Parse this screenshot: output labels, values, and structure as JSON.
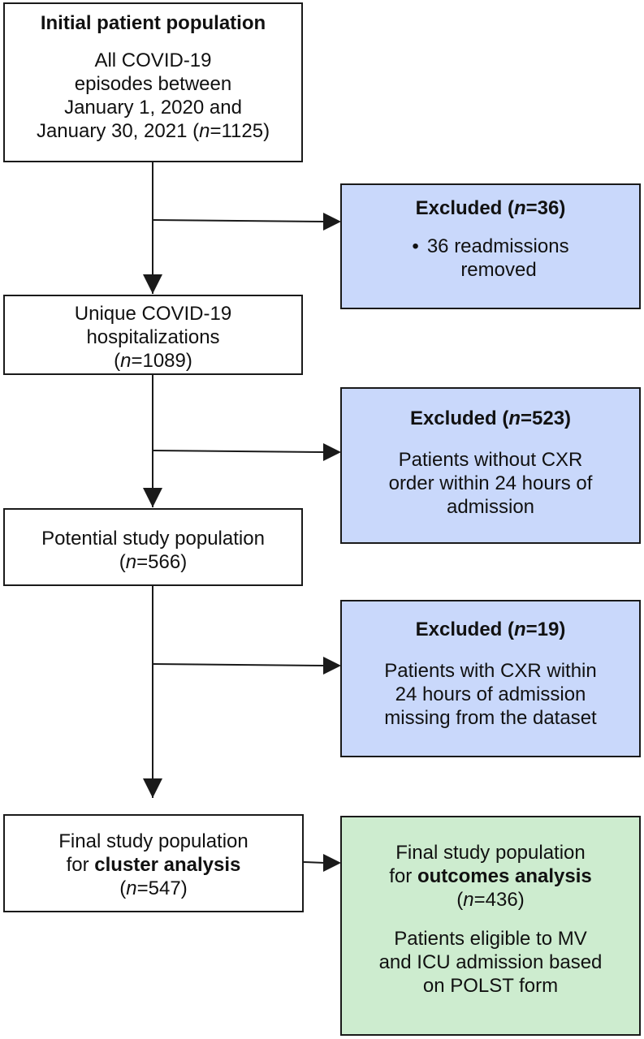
{
  "initial": {
    "title": "Initial patient population",
    "line1": "All COVID-19",
    "line2": "episodes between",
    "line3": "January 1, 2020 and",
    "line4_prefix": "January 30, 2021 (",
    "n_letter": "n",
    "line4_suffix": "=1125)"
  },
  "exclusion1": {
    "title_prefix": "Excluded (",
    "n_letter": "n",
    "title_suffix": "=36)",
    "bullet": "•",
    "line1": "36 readmissions",
    "line2": "removed"
  },
  "unique": {
    "line1": "Unique COVID-19",
    "line2": "hospitalizations",
    "n_prefix": "(",
    "n_letter": "n",
    "n_suffix": "=1089)"
  },
  "exclusion2": {
    "title_prefix": "Excluded (",
    "n_letter": "n",
    "title_suffix": "=523)",
    "line1": "Patients without CXR",
    "line2": "order within 24 hours of",
    "line3": "admission"
  },
  "potential": {
    "line1": "Potential study population",
    "n_prefix": "(",
    "n_letter": "n",
    "n_suffix": "=566)"
  },
  "exclusion3": {
    "title_prefix": "Excluded (",
    "n_letter": "n",
    "title_suffix": "=19)",
    "line1": "Patients with CXR within",
    "line2": "24 hours of admission",
    "line3": "missing from the dataset"
  },
  "cluster": {
    "line1": "Final study population",
    "line2_prefix": "for ",
    "line2_bold": "cluster analysis",
    "n_prefix": "(",
    "n_letter": "n",
    "n_suffix": "=547)"
  },
  "outcomes": {
    "line1": "Final study population",
    "line2_prefix": "for ",
    "line2_bold": "outcomes analysis",
    "n_prefix": "(",
    "n_letter": "n",
    "n_suffix": "=436)",
    "line3": "Patients eligible to MV",
    "line4": "and ICU admission based",
    "line5": "on POLST form"
  },
  "colors": {
    "exclusion_fill": "#c9d8fb",
    "final_fill": "#cdeccf",
    "stroke": "#1a1a1a"
  }
}
